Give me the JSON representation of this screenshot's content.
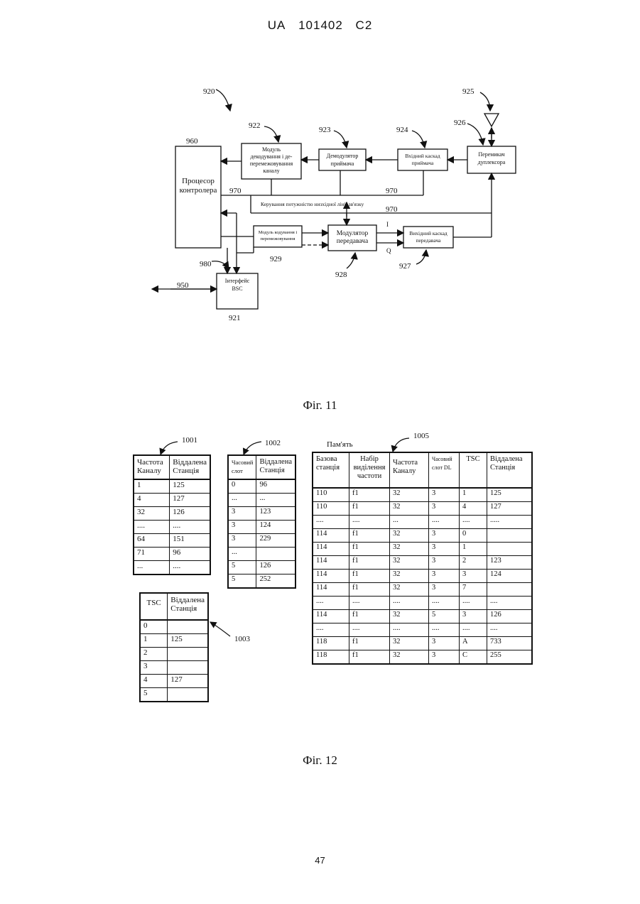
{
  "header": {
    "country": "UA",
    "number": "101402",
    "kind": "C2"
  },
  "fig11": {
    "caption": "Фіг. 11",
    "refs": {
      "r920": "920",
      "r922": "922",
      "r923": "923",
      "r924": "924",
      "r925": "925",
      "r926": "926",
      "r960": "960",
      "r970a": "970",
      "r970b": "970",
      "r970c": "970",
      "r980": "980",
      "r950": "950",
      "r921": "921",
      "r929": "929",
      "r928": "928",
      "r927": "927",
      "sigI": "I",
      "sigQ": "Q"
    },
    "blocks": {
      "processor": [
        "Процесор",
        "контролера"
      ],
      "decoder": [
        "Модуль",
        "декодування і де-",
        "перемежовування",
        "каналу"
      ],
      "demod": [
        "Демодулятор",
        "приймача"
      ],
      "rxfront": [
        "Вхідний каскад",
        "приймача"
      ],
      "duplexer": [
        "Перемикач",
        "дуплексора"
      ],
      "power_ctrl": "Керування потужністю низхідної лінії зв'язку",
      "encoder": [
        "Модуль кодування і",
        "перемежовування"
      ],
      "modulator": [
        "Модулятор",
        "передавача"
      ],
      "txfront": [
        "Вихідний каскад",
        "передавача"
      ],
      "bsc": [
        "Інтерфейс",
        "BSC"
      ]
    }
  },
  "fig12": {
    "caption": "Фіг. 12",
    "memory_label": "Пам'ять",
    "ref1001": "1001",
    "ref1002": "1002",
    "ref1003": "1003",
    "ref1005": "1005",
    "table1001": {
      "headers": [
        "Частота Каналу",
        "Віддалена Станція"
      ],
      "rows": [
        [
          "1",
          "125"
        ],
        [
          "4",
          "127"
        ],
        [
          "32",
          "126"
        ],
        [
          "....",
          "...."
        ],
        [
          "64",
          "151"
        ],
        [
          "71",
          "96"
        ],
        [
          "...",
          "...."
        ]
      ]
    },
    "table1002": {
      "headers": [
        "Часовий слот",
        "Віддалена Станція"
      ],
      "rows": [
        [
          "0",
          "96"
        ],
        [
          "...",
          "..."
        ],
        [
          "3",
          "123"
        ],
        [
          "3",
          "124"
        ],
        [
          "3",
          "229"
        ],
        [
          "...",
          ""
        ],
        [
          "5",
          "126"
        ],
        [
          "5",
          "252"
        ]
      ]
    },
    "table1003": {
      "headers": [
        "TSC",
        "Віддалена Станція"
      ],
      "rows": [
        [
          "0",
          ""
        ],
        [
          "1",
          "125"
        ],
        [
          "2",
          ""
        ],
        [
          "3",
          ""
        ],
        [
          "4",
          "127"
        ],
        [
          "5",
          ""
        ]
      ]
    },
    "table1005": {
      "headers": [
        "Базова станція",
        "Набір виділення частоти",
        "Частота Каналу",
        "Часовий слот DL",
        "TSC",
        "Віддалена Станція"
      ],
      "rows": [
        [
          "110",
          "f1",
          "32",
          "3",
          "1",
          "125"
        ],
        [
          "110",
          "f1",
          "32",
          "3",
          "4",
          "127"
        ],
        [
          "....",
          "....",
          "...",
          "....",
          "....",
          "....."
        ],
        [
          "114",
          "f1",
          "32",
          "3",
          "0",
          ""
        ],
        [
          "114",
          "f1",
          "32",
          "3",
          "1",
          ""
        ],
        [
          "114",
          "f1",
          "32",
          "3",
          "2",
          "123"
        ],
        [
          "114",
          "f1",
          "32",
          "3",
          "3",
          "124"
        ],
        [
          "114",
          "f1",
          "32",
          "3",
          "7",
          ""
        ],
        [
          "....",
          "....",
          "....",
          "....",
          "....",
          "...."
        ],
        [
          "114",
          "f1",
          "32",
          "5",
          "3",
          "126"
        ],
        [
          "....",
          "....",
          "....",
          "....",
          "....",
          "...."
        ],
        [
          "118",
          "f1",
          "32",
          "3",
          "A",
          "733"
        ],
        [
          "118",
          "f1",
          "32",
          "3",
          "C",
          "255"
        ]
      ]
    }
  },
  "page_number": "47"
}
